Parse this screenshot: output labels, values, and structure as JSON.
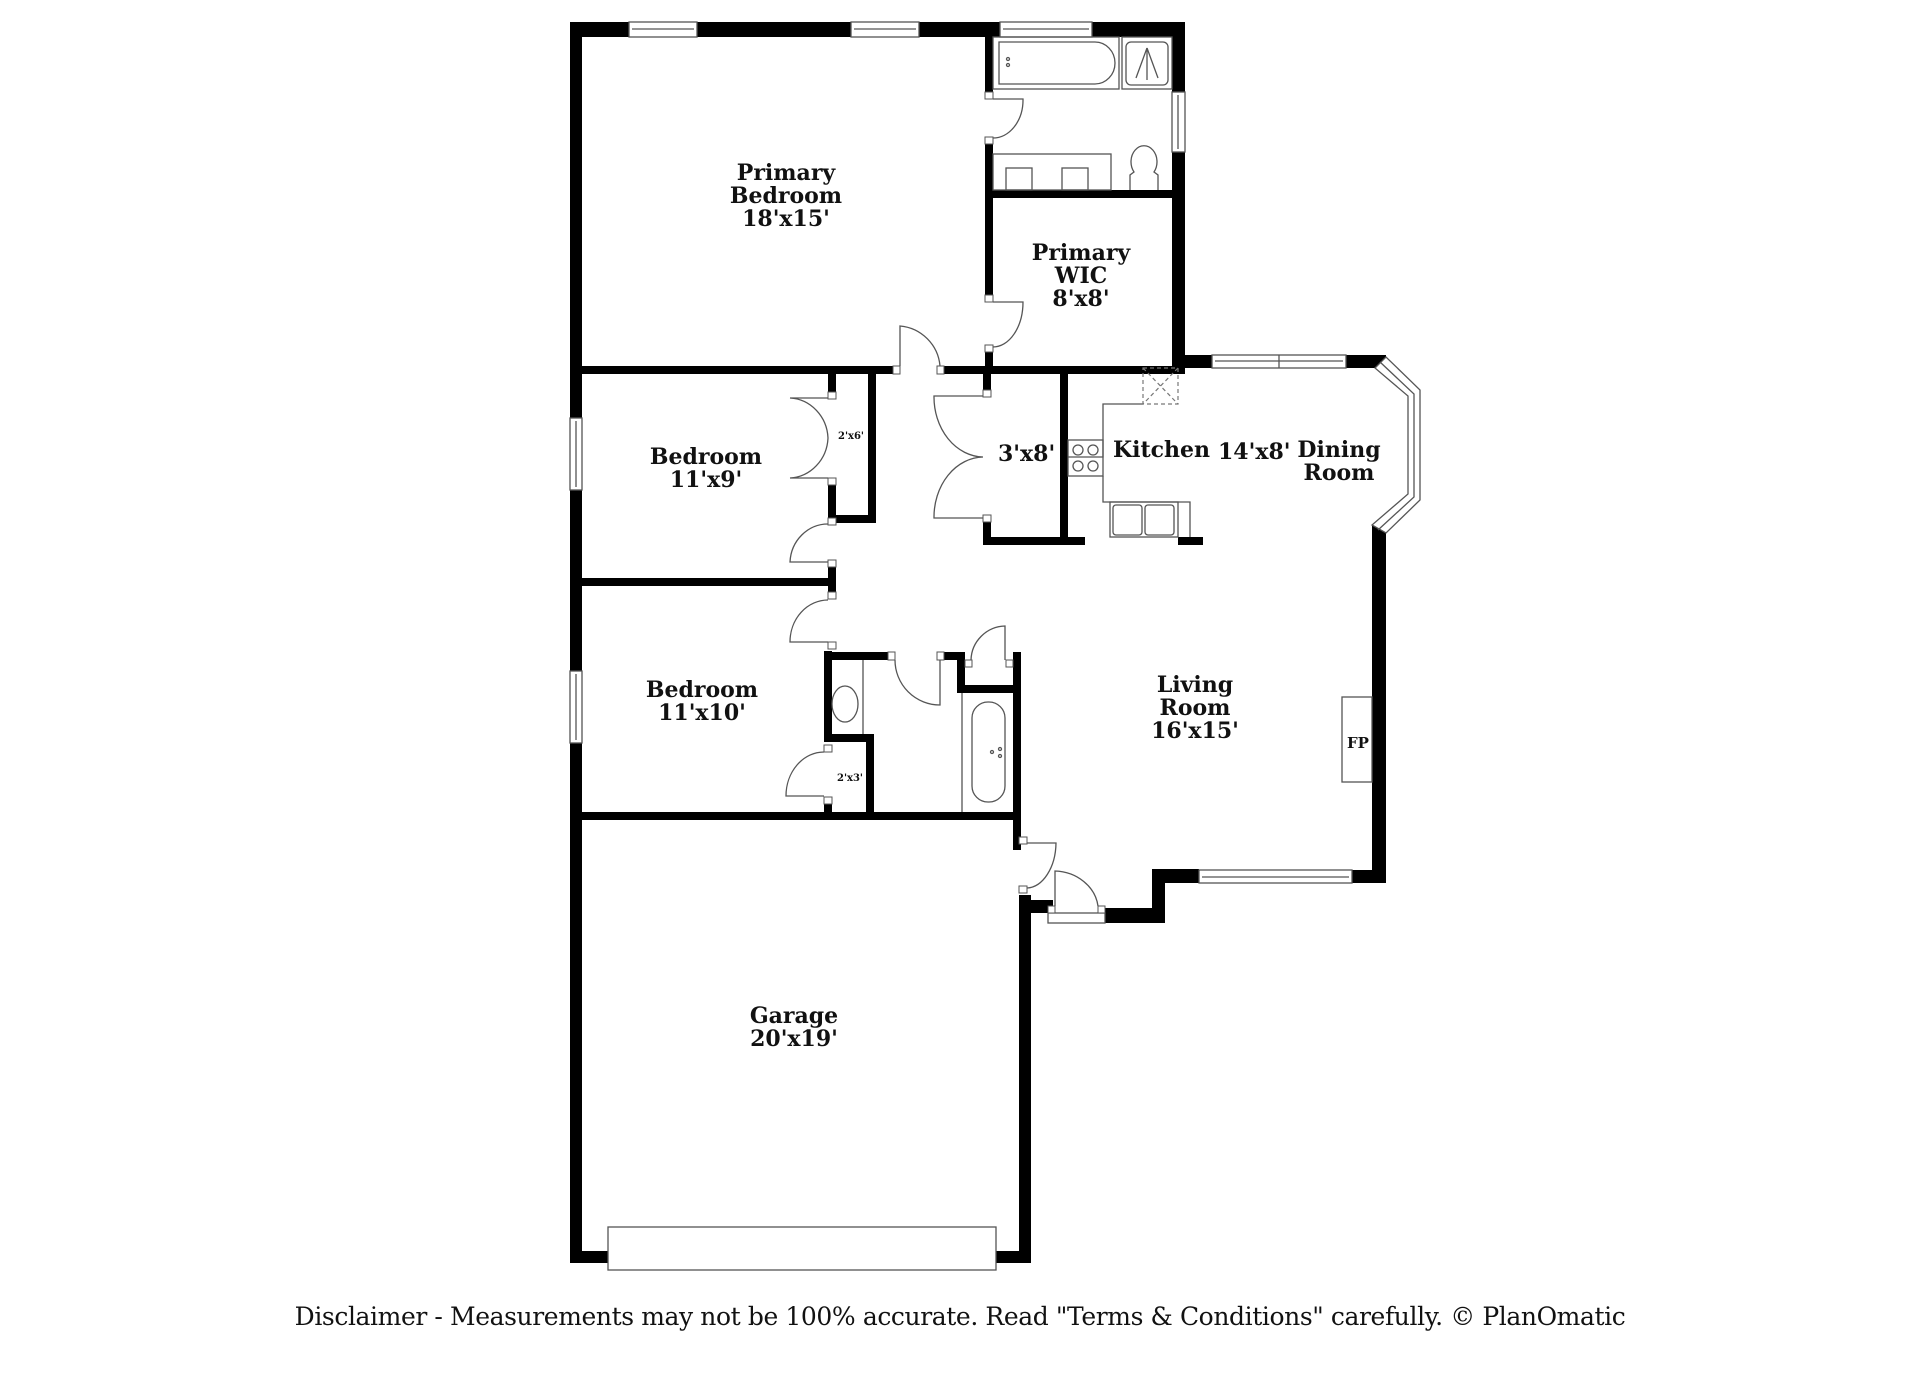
{
  "floorplan": {
    "rooms": [
      {
        "id": "primary-bedroom",
        "name_line1": "Primary",
        "name_line2": "Bedroom",
        "dimensions": "18'x15'"
      },
      {
        "id": "primary-wic",
        "name_line1": "Primary",
        "name_line2": "WIC",
        "dimensions": "8'x8'"
      },
      {
        "id": "bedroom-1",
        "name_line1": "Bedroom",
        "dimensions": "11'x9'"
      },
      {
        "id": "bedroom-2",
        "name_line1": "Bedroom",
        "dimensions": "11'x10'"
      },
      {
        "id": "kitchen",
        "name_line1": "Kitchen",
        "dimensions": "14'x8'"
      },
      {
        "id": "dining-room",
        "name_line1": "Dining",
        "name_line2": "Room"
      },
      {
        "id": "living-room",
        "name_line1": "Living",
        "name_line2": "Room",
        "dimensions": "16'x15'"
      },
      {
        "id": "garage",
        "name_line1": "Garage",
        "dimensions": "20'x19'"
      }
    ],
    "closets": [
      {
        "id": "bedroom-1-closet",
        "dimensions": "2'x6'"
      },
      {
        "id": "hall-closet",
        "dimensions": "3'x8'"
      },
      {
        "id": "bedroom-2-closet",
        "dimensions": "2'x3'"
      }
    ],
    "fixtures": {
      "fireplace_label": "FP"
    },
    "colors": {
      "wall": "#000000",
      "fixture_line": "#555555",
      "background": "#ffffff"
    }
  },
  "footer": {
    "disclaimer": "Disclaimer - Measurements may not be 100% accurate. Read \"Terms & Conditions\" carefully. © PlanOmatic"
  }
}
